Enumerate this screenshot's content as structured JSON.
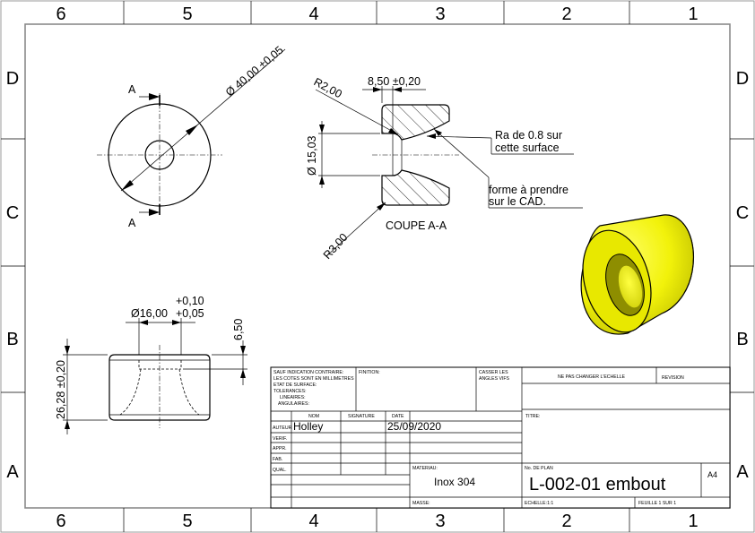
{
  "zones": {
    "columns": [
      "6",
      "5",
      "4",
      "3",
      "2",
      "1"
    ],
    "rows": [
      "D",
      "C",
      "B",
      "A"
    ]
  },
  "front_view": {
    "diameter_label": "Ø 40,00 ±0,05",
    "section_letter_top": "A",
    "section_letter_bottom": "A"
  },
  "section_view": {
    "width_label": "8,50 ±0,20",
    "radius_top_label": "R2,00",
    "radius_bottom_label": "R3,00",
    "bore_label": "Ø 15,03",
    "title": "COUPE A-A",
    "note_roughness_line1": "Ra de 0.8 sur",
    "note_roughness_line2": "cette surface",
    "note_shape_line1": "forme à prendre",
    "note_shape_line2": "sur le CAD."
  },
  "side_view": {
    "tol_upper": "+0,10",
    "diameter_label": "Ø16,00",
    "tol_lower": "+0,05",
    "depth_label": "6,50",
    "height_label": "26,28 ±0,20"
  },
  "title_block": {
    "notes": [
      "SAUF INDICATION CONTRAIRE:",
      "LES COTES SONT EN MILLIMETRES",
      "ETAT DE SURFACE:",
      "TOLERANCES:",
      "LINEAIRES:",
      "ANGULAIRES:"
    ],
    "finish_label": "FINITION:",
    "break_edges_line1": "CASSER LES",
    "break_edges_line2": "ANGLES VIFS",
    "no_scale_label": "NE PAS CHANGER L'ECHELLE",
    "revision_label": "REVISION",
    "col_name": "NOM",
    "col_signature": "SIGNATURE",
    "col_date": "DATE",
    "title_label": "TITRE:",
    "rows": [
      "AUTEUR",
      "VERIF.",
      "APPR.",
      "FAB.",
      "QUAL."
    ],
    "author_name": "Holley",
    "author_date": "25/09/2020",
    "material_label": "MATERIAU:",
    "material_value": "Inox 304",
    "drawing_no_label": "No. DE PLAN",
    "drawing_no_value": "L-002-01 embout",
    "format_value": "A4",
    "mass_label": "MASSE:",
    "scale_label": "ECHELLE:1:1",
    "sheet_label": "FEUILLE 1 SUR 1"
  },
  "colors": {
    "part_fill": "#f2f20a",
    "part_shadow": "#a8a800",
    "line": "#000000",
    "border": "#8a8a8a"
  }
}
